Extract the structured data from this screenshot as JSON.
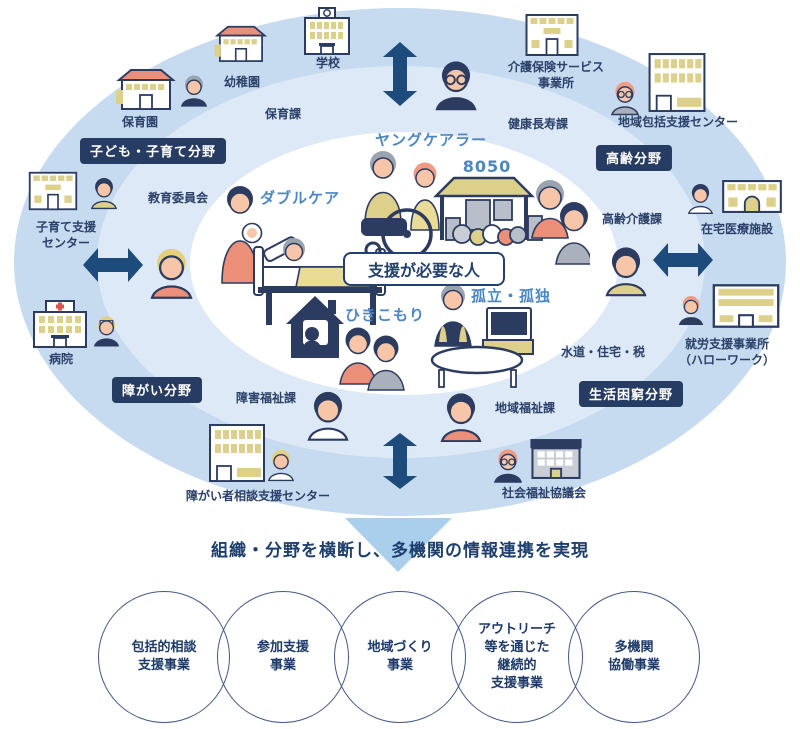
{
  "colors": {
    "ring_outer": "#c6dbf0",
    "ring_middle": "#dde9f6",
    "badge_bg": "#273c62",
    "arrow": "#1d4b7c",
    "issue_label": "#4c87c5",
    "navy_text": "#2a4069",
    "triangle": "#a9cfec",
    "window_yellow": "#ddd08a",
    "roof_salmon": "#ec8f79"
  },
  "center": {
    "box_label": "支援が必要な人",
    "issues": {
      "young_carer": "ヤングケアラー",
      "eight_fifty": "8050",
      "double_care": "ダブルケア",
      "hikikomori": "ひきこもり",
      "isolation": "孤立・孤独"
    }
  },
  "badges": {
    "child": "子ども・子育て分野",
    "elderly": "高齢分野",
    "disability": "障がい分野",
    "poverty": "生活困窮分野"
  },
  "labels": {
    "hoikuen": "保育園",
    "yochien": "幼稚園",
    "gakko": "学校",
    "hoikuka": "保育課",
    "kaigo_l1": "介護保険サービス",
    "kaigo_l2": "事業所",
    "kenko": "健康長寿課",
    "hokatsu": "地域包括支援センター",
    "kyoiku": "教育委員会",
    "kosodate_l1": "子育て支援",
    "kosodate_l2": "センター",
    "byoin": "病院",
    "korei_kaigo": "高齢介護課",
    "zaitaku": "在宅医療施設",
    "suido": "水道・住宅・税",
    "shuro_l1": "就労支援事業所",
    "shuro_l2": "（ハローワーク）",
    "shogai_fukushi": "障害福祉課",
    "chiiki_fukushi": "地域福祉課",
    "shogaisha_center": "障がい者相談支援センター",
    "shakyo": "社会福祉協議会"
  },
  "bottom": {
    "headline": "組織・分野を横断し、多機関の情報連携を実現",
    "programs": [
      {
        "lines": [
          "包括的相談",
          "支援事業"
        ]
      },
      {
        "lines": [
          "参加支援",
          "事業"
        ]
      },
      {
        "lines": [
          "地域づくり",
          "事業"
        ]
      },
      {
        "lines": [
          "アウトリーチ",
          "等を通じた",
          "継続的",
          "支援事業"
        ]
      },
      {
        "lines": [
          "多機関",
          "協働事業"
        ]
      }
    ]
  }
}
